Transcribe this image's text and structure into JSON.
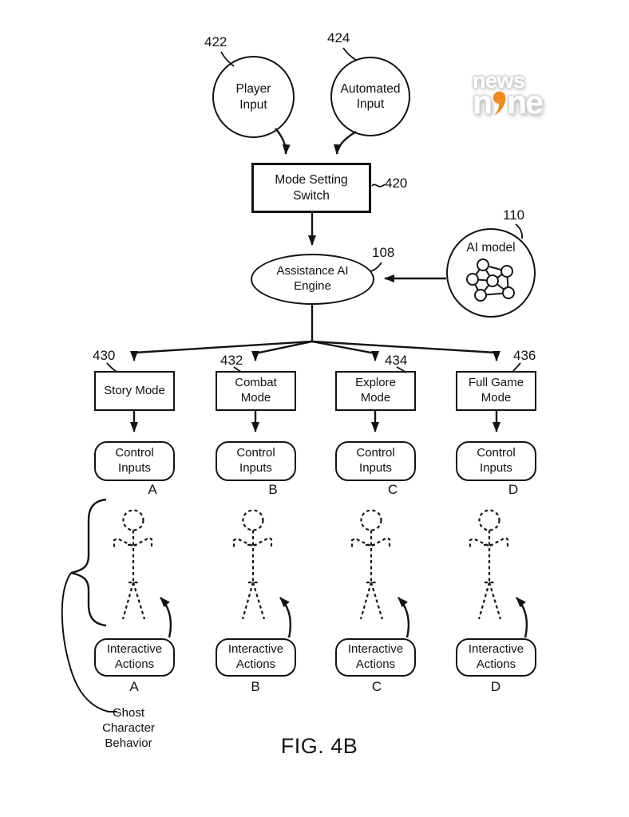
{
  "figure": {
    "caption": "FIG. 4B",
    "ghost_label": "Ghost\nCharacter\nBehavior"
  },
  "top": {
    "player_input": {
      "label": "Player\nInput",
      "ref": "422"
    },
    "automated_input": {
      "label": "Automated\nInput",
      "ref": "424"
    },
    "mode_setting_switch": {
      "label": "Mode Setting\nSwitch",
      "ref": "420"
    },
    "assistance_ai_engine": {
      "label": "Assistance AI\nEngine",
      "ref": "108"
    },
    "ai_model": {
      "label": "AI model",
      "ref": "110",
      "icon": "neural-network-icon"
    }
  },
  "columns": [
    {
      "mode_label": "Story Mode",
      "mode_ref": "430",
      "control_label": "Control\nInputs",
      "control_letter": "A",
      "actions_label": "Interactive\nActions",
      "actions_letter": "A",
      "character_icon": "dashed-stick-figure-icon"
    },
    {
      "mode_label": "Combat\nMode",
      "mode_ref": "432",
      "control_label": "Control\nInputs",
      "control_letter": "B",
      "actions_label": "Interactive\nActions",
      "actions_letter": "B",
      "character_icon": "dashed-stick-figure-icon"
    },
    {
      "mode_label": "Explore\nMode",
      "mode_ref": "434",
      "control_label": "Control\nInputs",
      "control_letter": "C",
      "actions_label": "Interactive\nActions",
      "actions_letter": "C",
      "character_icon": "dashed-stick-figure-icon"
    },
    {
      "mode_label": "Full Game\nMode",
      "mode_ref": "436",
      "control_label": "Control\nInputs",
      "control_letter": "D",
      "actions_label": "Interactive\nActions",
      "actions_letter": "D",
      "character_icon": "dashed-stick-figure-icon"
    }
  ],
  "logo": {
    "line1": "news",
    "line2_prefix": "n",
    "comma_icon": "orange-comma-icon",
    "line2_suffix": "ne"
  },
  "colors": {
    "ink": "#131313",
    "logo_orange": "#f08a1e",
    "logo_letter": "#ffffff",
    "logo_shadow": "#bdbdbd",
    "background": "#ffffff"
  }
}
